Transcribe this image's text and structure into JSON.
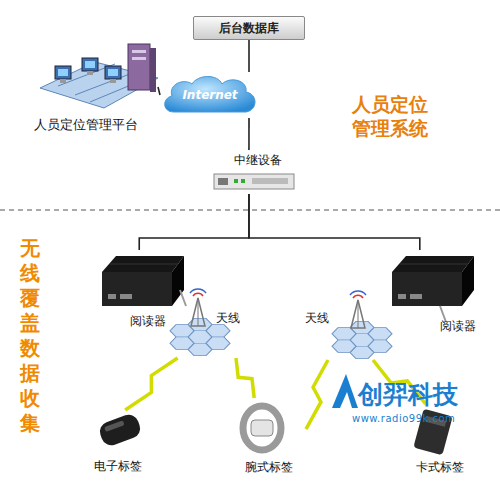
{
  "diagram": {
    "nodes": [
      {
        "text": [
          "后台数据库"
        ]
      },
      {
        "text": [
          "人员定位管理平台"
        ]
      },
      {
        "text": [
          "Internet"
        ]
      },
      {
        "text": [
          "中继设备"
        ]
      },
      {
        "text": [
          "阅读器"
        ]
      },
      {
        "text": [
          "天线"
        ]
      },
      {
        "text": [
          "天线"
        ]
      },
      {
        "text": [
          "阅读器"
        ]
      },
      {
        "text": [
          "电子标签"
        ]
      },
      {
        "text": [
          "腕式标签"
        ]
      },
      {
        "text": [
          "卡式标签"
        ]
      }
    ],
    "edges": [
      {
        "from": 0,
        "to": 2,
        "arrow": "none"
      },
      {
        "from": 1,
        "to": 2,
        "arrow": "none"
      },
      {
        "from": 2,
        "to": 3,
        "arrow": "none"
      },
      {
        "from": 3,
        "to": 4,
        "arrow": "none"
      },
      {
        "from": 3,
        "to": 7,
        "arrow": "none"
      },
      {
        "from": 5,
        "to": 8,
        "arrow": "none"
      },
      {
        "from": 5,
        "to": 9,
        "arrow": "none"
      },
      {
        "from": 6,
        "to": 9,
        "arrow": "none"
      },
      {
        "from": 6,
        "to": 10,
        "arrow": "none"
      }
    ],
    "labels": [
      "人员定位管理系统",
      "无线覆盖数据收集",
      "创羿科技",
      "www.radio99k.com"
    ]
  }
}
